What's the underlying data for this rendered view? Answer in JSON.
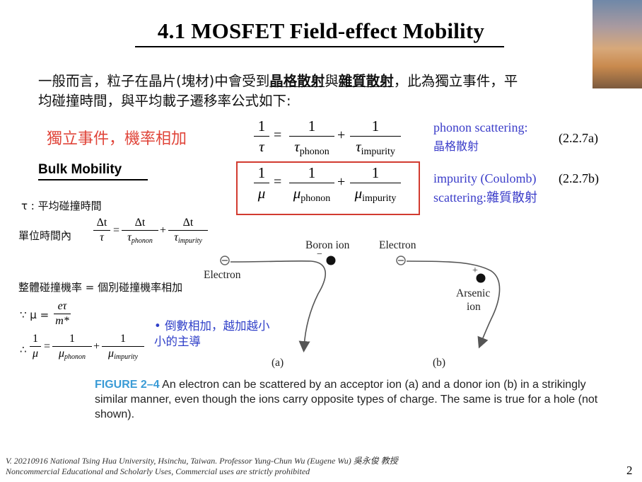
{
  "title": "4.1 MOSFET Field-effect Mobility",
  "intro": {
    "line1_pre": "一般而言，粒子在晶片(塊材)中會受到",
    "line1_u1": "晶格散射",
    "line1_mid": "與",
    "line1_u2": "雜質散射",
    "line1_post": "，此為獨立事件，平",
    "line2": "均碰撞時間，與平均載子遷移率公式如下:"
  },
  "independent_label": "獨立事件，機率相加",
  "bulk_title": "Bulk Mobility",
  "equations": {
    "eq_a": {
      "lhs_num": "1",
      "lhs_den": "τ",
      "t1_num": "1",
      "t1_den_sym": "τ",
      "t1_den_sub": "phonon",
      "t2_num": "1",
      "t2_den_sym": "τ",
      "t2_den_sub": "impurity",
      "equals": "=",
      "plus": "+"
    },
    "eq_b": {
      "lhs_num": "1",
      "lhs_den": "μ",
      "t1_num": "1",
      "t1_den_sym": "μ",
      "t1_den_sub": "phonon",
      "t2_num": "1",
      "t2_den_sym": "μ",
      "t2_den_sub": "impurity",
      "equals": "=",
      "plus": "+"
    },
    "label_a_line1": "phonon scattering:",
    "label_a_line2": "晶格散射",
    "number_a": "(2.2.7a)",
    "label_b_line1": "impurity (Coulomb)",
    "label_b_line2": "scattering:雜質散射",
    "number_b": "(2.2.7b)"
  },
  "left": {
    "tau_def": "τ : 平均碰撞時間",
    "unit_time_label": "單位時間內",
    "f1_lhs_num": "Δt",
    "f1_lhs_den": "τ",
    "f1_t1_num": "Δt",
    "f1_t1_den_sym": "τ",
    "f1_t1_den_sub": "phonon",
    "f1_t2_num": "Δt",
    "f1_t2_den_sym": "τ",
    "f1_t2_den_sub": "impurity",
    "equals": "=",
    "plus": "+",
    "total_prob": "整體碰撞機率 = 個別碰撞機率相加",
    "because": "∵ μ =",
    "mu_num": "eτ",
    "mu_den": "m*",
    "therefore": "∴",
    "f2_lhs_num": "1",
    "f2_lhs_den": "μ",
    "f2_t1_num": "1",
    "f2_t1_den_sym": "μ",
    "f2_t1_den_sub": "phonon",
    "f2_t2_num": "1",
    "f2_t2_den_sym": "μ",
    "f2_t2_den_sub": "impurity"
  },
  "bullet_note_line1": "• 倒數相加，越加越小",
  "bullet_note_line2": "小的主導",
  "figure": {
    "a": {
      "boron_ion": "Boron ion",
      "electron": "Electron",
      "minus": "−",
      "electron_sign": "−",
      "panel": "(a)"
    },
    "b": {
      "electron": "Electron",
      "electron_sign": "−",
      "arsenic": "Arsenic",
      "ion": "ion",
      "plus": "+",
      "panel": "(b)"
    },
    "caption_label": "FIGURE 2–4",
    "caption_text": " An electron can be scattered by an acceptor ion (a) and a donor ion (b) in a strikingly similar manner, even though the ions carry opposite types of charge. The same is true for a hole (not shown)."
  },
  "footer_line1": "V. 20210916 National Tsing Hua University, Hsinchu, Taiwan. Professor Yung-Chun Wu (Eugene Wu) 吳永俊 教授",
  "footer_line2": "Noncommercial Educational and Scholarly Uses, Commercial uses are strictly prohibited",
  "page_number": "2"
}
